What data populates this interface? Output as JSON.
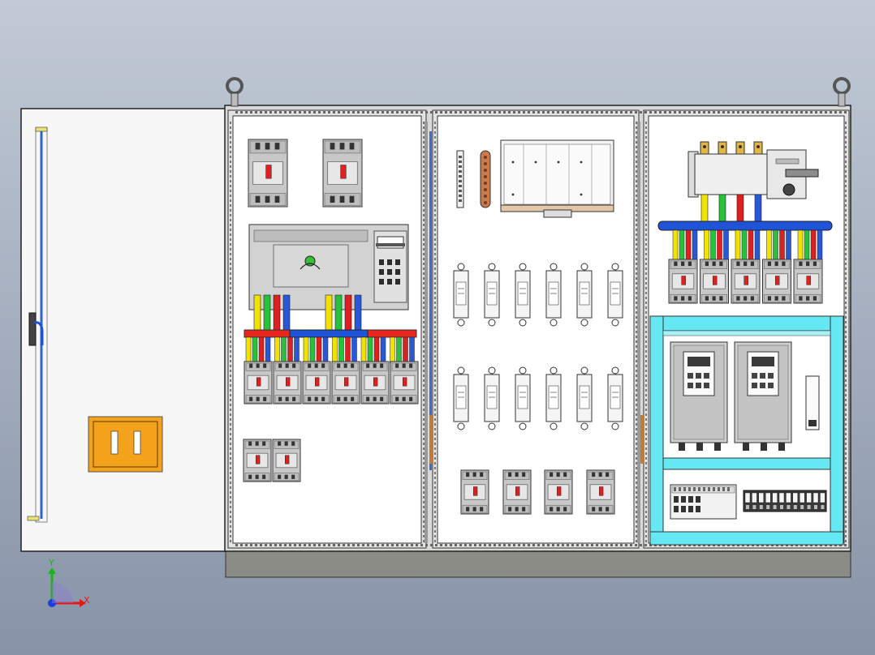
{
  "scene": {
    "background_top": "#b9c2cf",
    "background_bottom": "#8b97aa"
  },
  "colors": {
    "phase_yellow": "#f2e200",
    "phase_green": "#27c23a",
    "phase_red": "#e02020",
    "phase_blue": "#2857d8",
    "busbar_red": "#e8261e",
    "busbar_blue": "#1f54d8",
    "panel_cyan": "#66e8f4",
    "orange_part": "#f4a11c",
    "breaker_grey": "#c8c8c8",
    "frame_grey": "#d8d8d8",
    "copper": "#c97b4c"
  },
  "components": {
    "door": {
      "handle": "lock-handle"
    },
    "left_section": {
      "top_breakers": 2,
      "ats_unit": "automatic-transfer-switch",
      "busbar_outgoing_breakers": 6,
      "bottom_breakers": 2
    },
    "middle_section": {
      "terminal_strip": "terminal-strip",
      "copper_bar": "ground-copper-bar",
      "rail_cover": "din-cover",
      "fuse_holders_row1": 6,
      "fuse_holders_row2": 6,
      "bottom_breakers": 4
    },
    "right_section": {
      "main_switch": "load-isolating-switch",
      "outgoing_breakers": 5,
      "soft_starters": 2,
      "plc_module": "plc",
      "relay_strip": "relay-terminal-block"
    }
  },
  "axis_triad": {
    "x_label": "X",
    "y_label": "Y"
  }
}
